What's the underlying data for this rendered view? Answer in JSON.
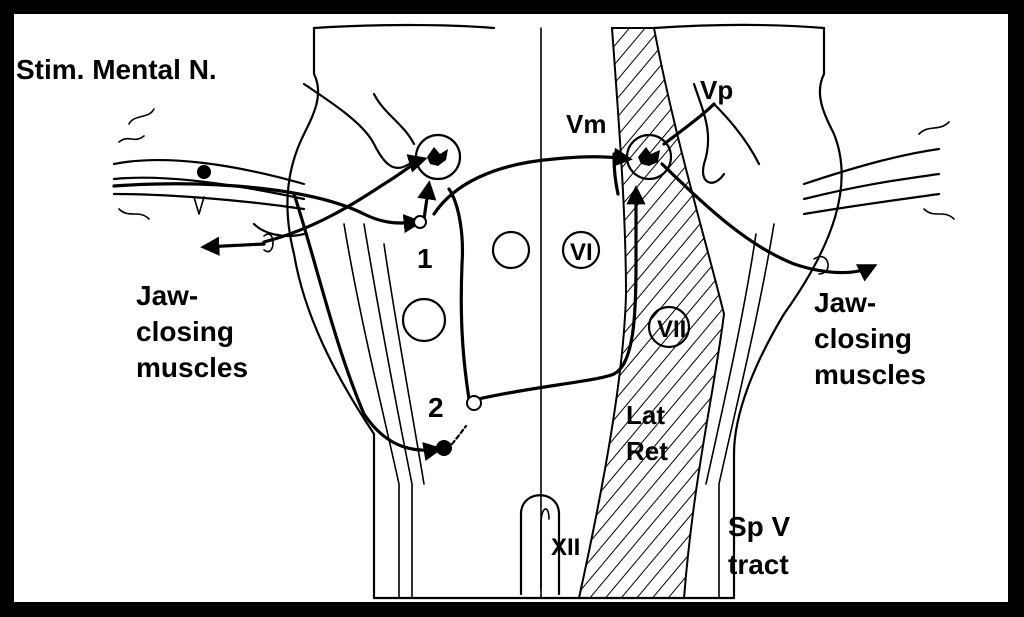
{
  "labels": {
    "stim": "Stim. Mental N.",
    "vp": "Vp",
    "vm": "Vm",
    "num1": "1",
    "num2": "2",
    "vi": "VI",
    "vii": "VII",
    "jaw_left": [
      "Jaw-",
      "closing",
      "muscles"
    ],
    "jaw_right": [
      "Jaw-",
      "closing",
      "muscles"
    ],
    "lat_ret": [
      "Lat",
      "Ret"
    ],
    "xii": "XII",
    "spv": [
      "Sp V",
      "tract"
    ]
  },
  "colors": {
    "frame": "#000000",
    "background": "#ffffff",
    "ink": "#000000"
  }
}
